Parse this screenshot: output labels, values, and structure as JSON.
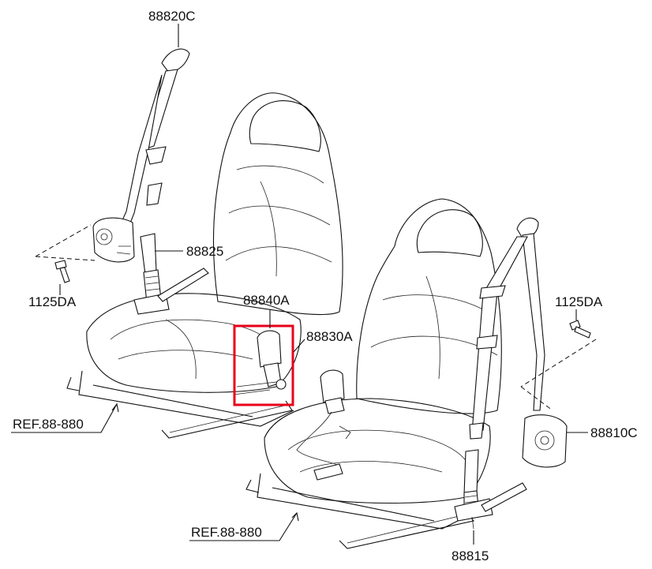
{
  "labels": {
    "retractor_front_left": "88820C",
    "buckle_stalk_left": "88825",
    "bolt_left": "1125DA",
    "buckle_highlighted": "88840A",
    "buckle_center": "88830A",
    "bolt_right": "1125DA",
    "retractor_right": "88810C",
    "ref_left": "REF.88-880",
    "ref_right": "REF.88-880",
    "buckle_stalk_right": "88815"
  },
  "colors": {
    "highlight": "#e8001a",
    "line": "#111111",
    "background": "#ffffff"
  }
}
